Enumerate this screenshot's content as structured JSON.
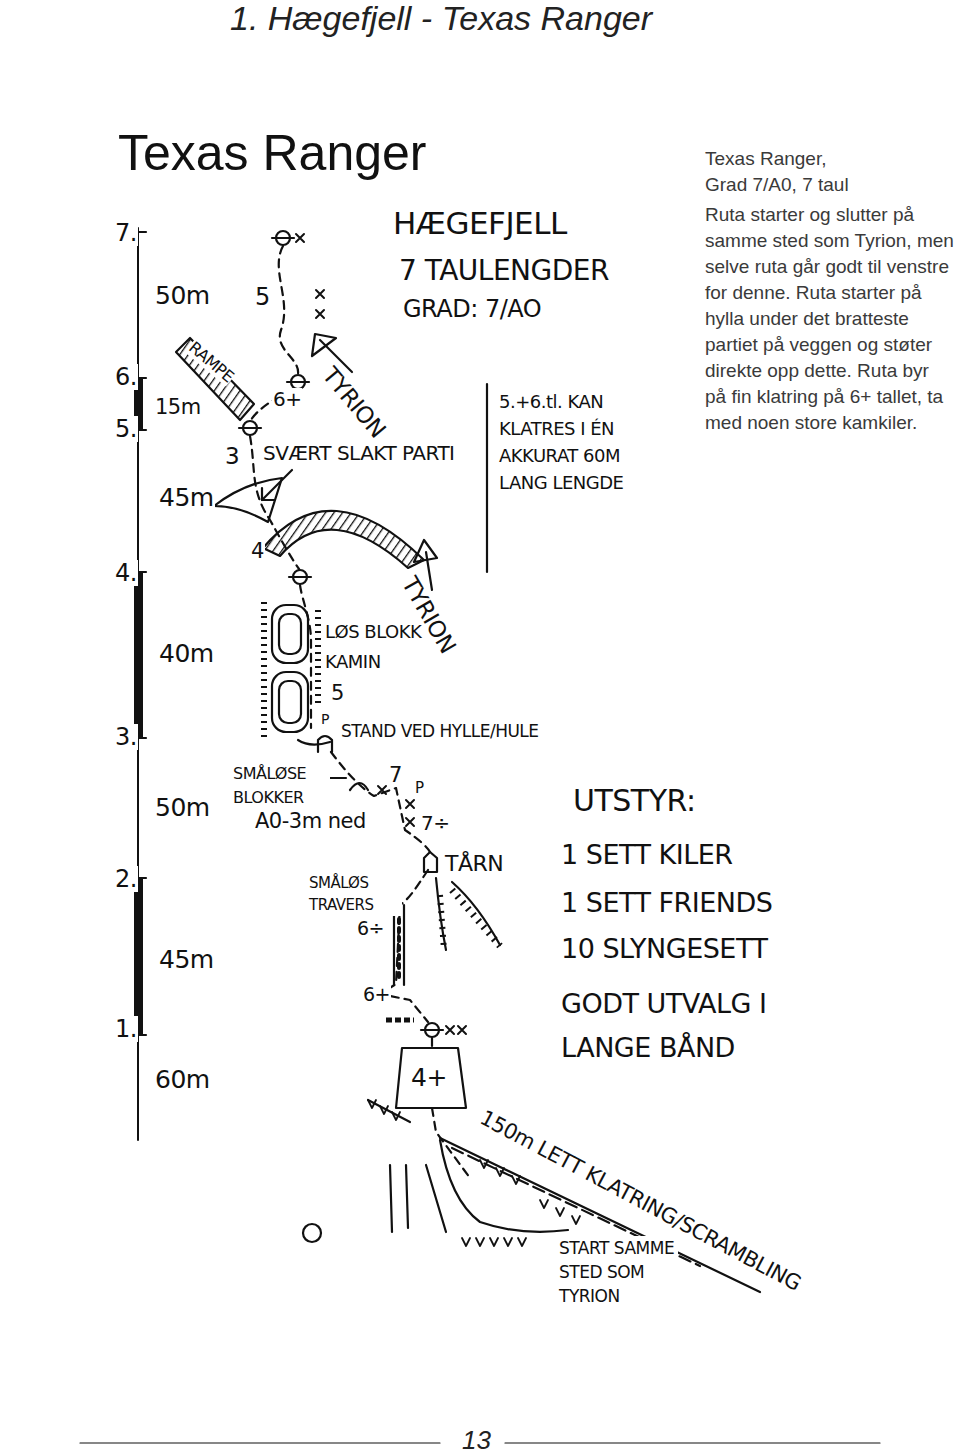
{
  "diagram": {
    "title": "1. Hægefjell - Texas Ranger",
    "labels": [
      "Texas Ranger",
      "Texas Ranger, Grad 7/A0, 7 taul",
      "Ruta starter og slutter på samme sted som Tyrion, men selve ruta går godt til venstre for denne. Ruta starter på hylla under det bratteste partiet på veggen og støter direkte opp dette. Ruta byr på fin klatring på 6+ tallet, ta med noen store kamkiler.",
      "HÆGEFJELL",
      "7 TAULENGDER",
      "GRAD: 7/AO",
      "5.+6.tl. KAN KLATRES I ÉN AKKURAT 60M LANG LENGDE",
      "TYRION",
      "TYRION",
      "RAMPE",
      "5",
      "6+",
      "3",
      "SVÆRT SLAKT PARTI",
      "4",
      "LØS BLOKK",
      "KAMIN",
      "5",
      "P",
      "STAND VED HYLLE/HULE",
      "SMÅLØSE BLOKKER",
      "7",
      "P",
      "A0-3m ned",
      "7÷",
      "TÅRN",
      "SMÅLØS TRAVERS",
      "6÷",
      "6+",
      "4+",
      "150m LETT KLATRING/SCRAMBLING",
      "START SAMME STED SOM TYRION",
      "UTSTYR:",
      "1 SETT KILER",
      "1 SETT FRIENDS",
      "10 SLYNGESETT",
      "GODT UTVALG I LANGE BÅND",
      "7.",
      "50m",
      "6.",
      "15m",
      "5.",
      "45m",
      "4.",
      "40m",
      "3.",
      "50m",
      "2.",
      "45m",
      "1.",
      "60m",
      "13"
    ]
  }
}
